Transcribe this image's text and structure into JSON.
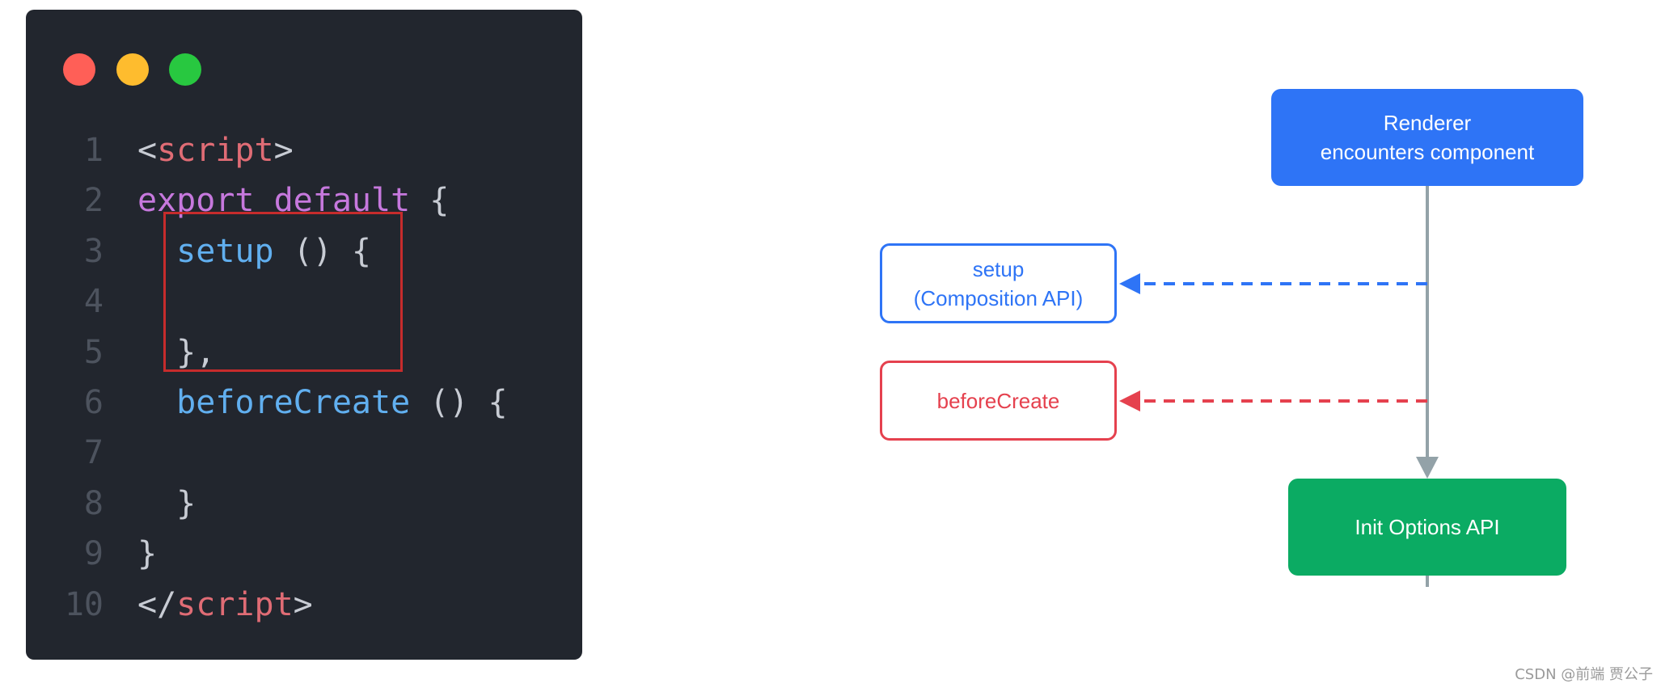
{
  "code_panel": {
    "window_dots": [
      "red",
      "yellow",
      "green"
    ],
    "colors": {
      "background": "#22262e",
      "tag": "#e06c75",
      "keyword": "#c678dd",
      "function": "#61afef",
      "punctuation": "#c8ccd4",
      "line_number": "#4d535e",
      "highlight": "#c62c2c"
    },
    "lines": [
      {
        "num": "1",
        "indent": "",
        "parts": [
          {
            "t": "<",
            "c": "punc"
          },
          {
            "t": "script",
            "c": "tag"
          },
          {
            "t": ">",
            "c": "punc"
          }
        ]
      },
      {
        "num": "2",
        "indent": "",
        "parts": [
          {
            "t": "export default",
            "c": "kw"
          },
          {
            "t": " {",
            "c": "punc"
          }
        ]
      },
      {
        "num": "3",
        "indent": "  ",
        "parts": [
          {
            "t": "setup",
            "c": "fn"
          },
          {
            "t": " () {",
            "c": "punc"
          }
        ]
      },
      {
        "num": "4",
        "indent": "",
        "parts": []
      },
      {
        "num": "5",
        "indent": "  ",
        "parts": [
          {
            "t": "},",
            "c": "punc"
          }
        ]
      },
      {
        "num": "6",
        "indent": "  ",
        "parts": [
          {
            "t": "beforeCreate",
            "c": "fn"
          },
          {
            "t": " () {",
            "c": "punc"
          }
        ]
      },
      {
        "num": "7",
        "indent": "",
        "parts": []
      },
      {
        "num": "8",
        "indent": "  ",
        "parts": [
          {
            "t": "}",
            "c": "punc"
          }
        ]
      },
      {
        "num": "9",
        "indent": "",
        "parts": [
          {
            "t": "}",
            "c": "punc"
          }
        ]
      },
      {
        "num": "10",
        "indent": "",
        "parts": [
          {
            "t": "</",
            "c": "punc"
          },
          {
            "t": "script",
            "c": "tag"
          },
          {
            "t": ">",
            "c": "punc"
          }
        ]
      }
    ]
  },
  "diagram": {
    "renderer": {
      "line1": "Renderer",
      "line2": "encounters component"
    },
    "setup": {
      "line1": "setup",
      "line2": "(Composition API)"
    },
    "before_create": {
      "label": "beforeCreate"
    },
    "init": {
      "label": "Init Options API"
    },
    "colors": {
      "renderer": "#2e74f6",
      "setup": "#2e74f6",
      "before_create": "#e5414e",
      "init": "#0bab63",
      "flow_line": "#93a2a8"
    }
  },
  "watermark": "CSDN @前端 贾公子"
}
